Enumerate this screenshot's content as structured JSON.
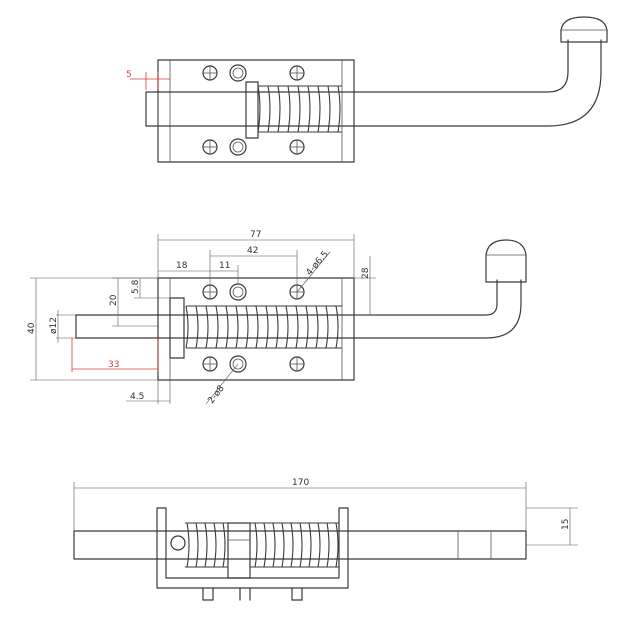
{
  "top_view": {
    "dims": {
      "offset": "5"
    }
  },
  "middle_view": {
    "dims": {
      "overall_width": "77",
      "hole_spacing": "42",
      "left_to_hole": "18",
      "hole_offset": "11",
      "hole_note": "4-ø6.5",
      "height_28": "28",
      "height_58": "5.8",
      "height_20": "20",
      "height_40": "40",
      "pin_dia": "ø12",
      "pin_length": "33",
      "pin_end": "4.5",
      "boss_note": "2-ø8"
    }
  },
  "bottom_view": {
    "dims": {
      "total_length": "170",
      "height_15": "15"
    }
  }
}
